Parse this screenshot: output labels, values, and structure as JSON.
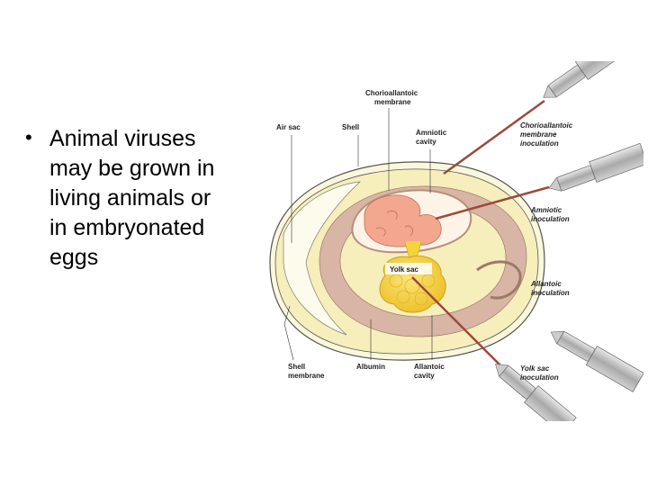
{
  "bullet": {
    "symbol": "•",
    "text": "Animal viruses\nmay be grown in\nliving animals or\nin embryonated\neggs"
  },
  "diagram": {
    "labels": {
      "chorioallantoic_membrane": [
        "Chorioallantoic",
        "membrane"
      ],
      "air_sac": "Air sac",
      "shell": "Shell",
      "amniotic_cavity": [
        "Amniotic",
        "cavity"
      ],
      "yolk_sac": "Yolk sac",
      "shell_membrane": [
        "Shell",
        "membrane"
      ],
      "albumin": "Albumin",
      "allantoic_cavity": [
        "Allantoic",
        "cavity"
      ],
      "chorioallantoic_inoculation": [
        "Chorioallantoic",
        "membrane",
        "inoculation"
      ],
      "amniotic_inoculation": [
        "Amniotic",
        "inoculation"
      ],
      "allantoic_inoculation": [
        "Allantoic",
        "inoculation"
      ],
      "yolk_sac_inoculation": [
        "Yolk sac",
        "inoculation"
      ]
    },
    "colors": {
      "egg_yellow": "#f6eebb",
      "membrane_tan": "#d8b5a4",
      "yolk": "#f5d33a",
      "embryo": "#f2a78e",
      "needle": "#9b4a3c",
      "syringe": "#b9b9b9"
    }
  }
}
